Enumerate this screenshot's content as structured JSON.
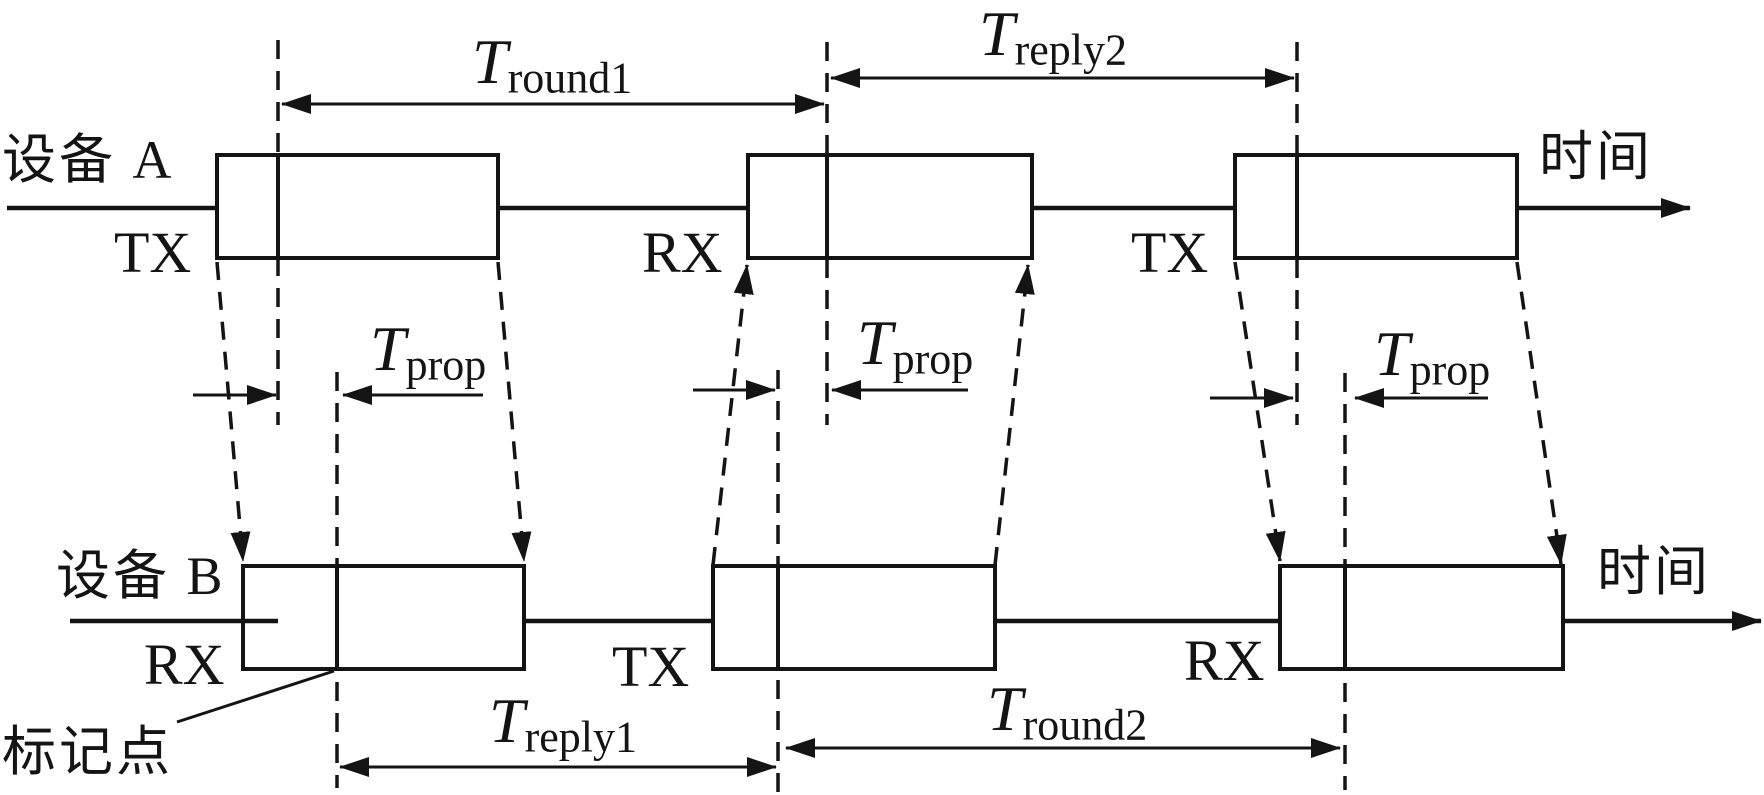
{
  "device_a": {
    "name": "设备 A",
    "axis_label": "时间",
    "slots": [
      "TX",
      "RX",
      "TX"
    ]
  },
  "device_b": {
    "name": "设备 B",
    "axis_label": "时间",
    "slots": [
      "RX",
      "TX",
      "RX"
    ]
  },
  "intervals": {
    "round1": {
      "symbol": "T",
      "subscript": "round1"
    },
    "reply2": {
      "symbol": "T",
      "subscript": "reply2"
    },
    "prop1": {
      "symbol": "T",
      "subscript": "prop"
    },
    "prop2": {
      "symbol": "T",
      "subscript": "prop"
    },
    "prop3": {
      "symbol": "T",
      "subscript": "prop"
    },
    "reply1": {
      "symbol": "T",
      "subscript": "reply1"
    },
    "round2": {
      "symbol": "T",
      "subscript": "round2"
    }
  },
  "annotations": {
    "mark_point": "标记点"
  },
  "colors": {
    "ink": "#141414",
    "background": "#ffffff"
  }
}
